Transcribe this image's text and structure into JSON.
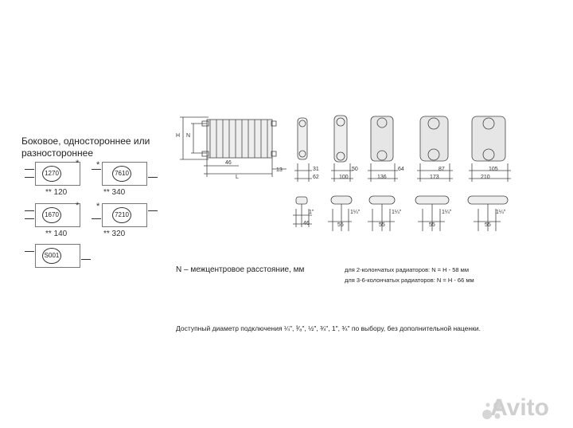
{
  "connection": {
    "heading": "Боковое, одностороннее или разностороннее",
    "options": [
      {
        "code": "1270",
        "price": "** 120"
      },
      {
        "code": "7610",
        "price": "** 340"
      },
      {
        "code": "1670",
        "price": "** 140"
      },
      {
        "code": "7210",
        "price": "** 320"
      },
      {
        "code": "S001",
        "price": ""
      }
    ],
    "star": "*"
  },
  "drawing": {
    "front_labels": {
      "h": "H",
      "n": "N",
      "l1": "46",
      "l": "L",
      "gap": "13"
    },
    "side_views": [
      {
        "w_top": "31",
        "w_bottom": "62"
      },
      {
        "w_top": "50",
        "w_bottom": "100"
      },
      {
        "w_top": "64",
        "w_bottom": "136"
      },
      {
        "w_top": "87",
        "w_bottom": "173"
      },
      {
        "w_top": "105",
        "w_bottom": "210"
      }
    ],
    "top_views": [
      {
        "pipe": "1\"",
        "dim": "46"
      },
      {
        "pipe": "1¼\"",
        "dim": "55"
      },
      {
        "pipe": "1¼\"",
        "dim": "55"
      },
      {
        "pipe": "1¼\"",
        "dim": "55"
      },
      {
        "pipe": "1¼\"",
        "dim": "55"
      }
    ]
  },
  "notes": {
    "n_definition": "N – межцентровое расстояние, мм",
    "two_col": "для 2-колончатых радиаторов: N = H - 58 мм",
    "three_six_col": "для 3-6-колончатых радиаторов: N = H - 66 мм",
    "diameter": "Доступный диаметр подключения ¼\", ³⁄₈\", ½\", ¾\", 1\", ¾\" по выбору, без дополнительной наценки."
  },
  "watermark": "Avito"
}
